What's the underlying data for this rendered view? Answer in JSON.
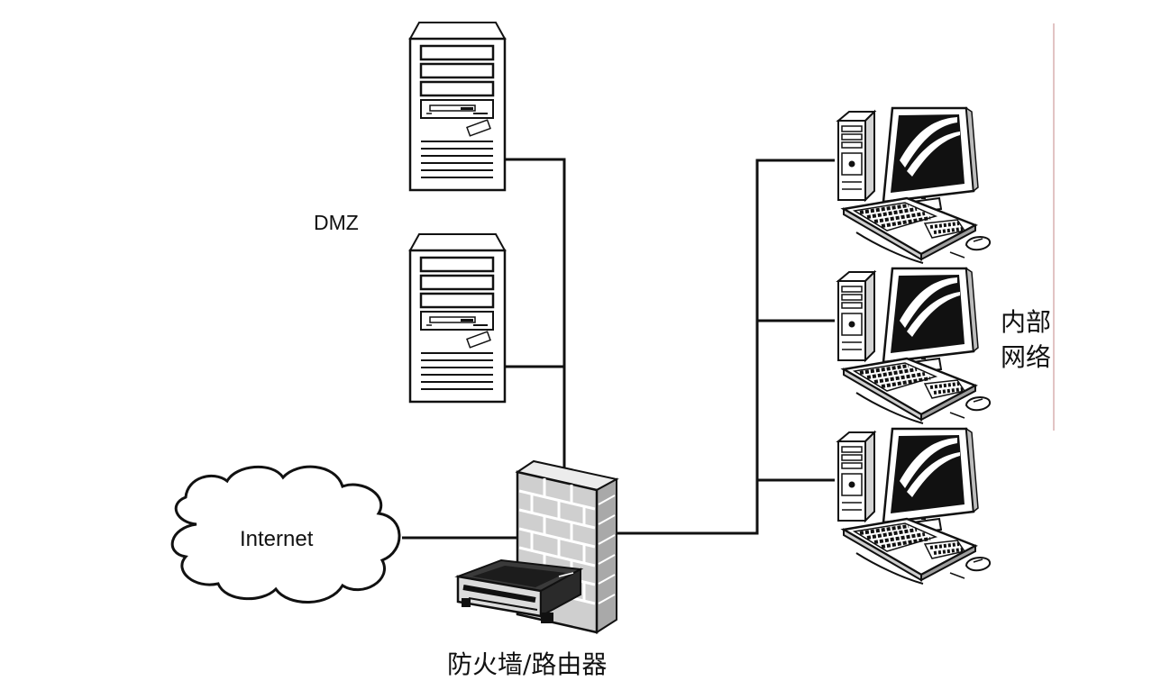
{
  "diagram": {
    "dmz_label": "DMZ",
    "internet_label": "Internet",
    "firewall_label": "防火墙/路由器",
    "internal_label_line1": "内部",
    "internal_label_line2": "网络"
  },
  "colors": {
    "stroke": "#111111",
    "background": "#ffffff",
    "screen": "#111111",
    "brick": "#cfcfcf",
    "brick_dark": "#a9a9a9"
  },
  "icons": [
    "server-icon",
    "cloud-icon",
    "firewall-icon",
    "router-icon",
    "workstation-icon"
  ]
}
